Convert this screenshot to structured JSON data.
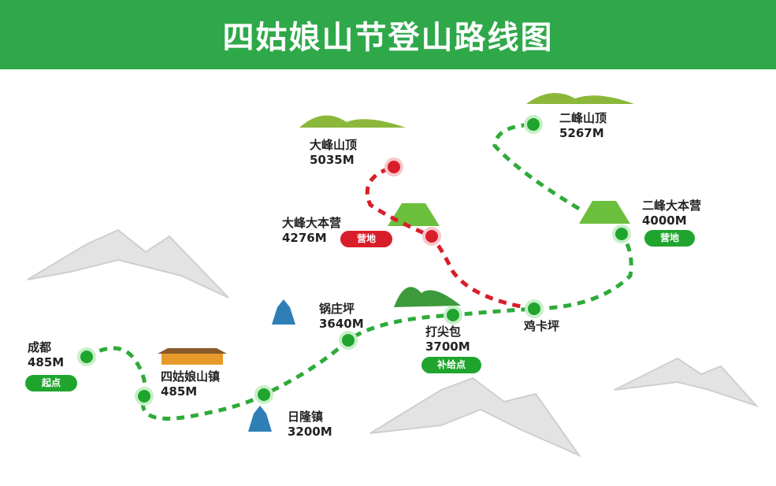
{
  "title": "四姑娘山节登山路线图",
  "colors": {
    "header": "#2fa84a",
    "route_green": "#2eaa3a",
    "route_red": "#d81e2a"
  },
  "stops": [
    {
      "name": "成都",
      "elevation": "485M",
      "badge": "起点"
    },
    {
      "name": "四姑娘山镇",
      "elevation": "485M"
    },
    {
      "name": "日隆镇",
      "elevation": "3200M"
    },
    {
      "name": "锅庄坪",
      "elevation": "3640M"
    },
    {
      "name": "打尖包",
      "elevation": "3700M",
      "badge": "补给点"
    },
    {
      "name": "鸡卡坪"
    },
    {
      "name": "大峰大本营",
      "elevation": "4276M",
      "badge": "营地"
    },
    {
      "name": "大峰山顶",
      "elevation": "5035M"
    },
    {
      "name": "二峰大本营",
      "elevation": "4000M",
      "badge": "营地"
    },
    {
      "name": "二峰山顶",
      "elevation": "5267M"
    }
  ]
}
